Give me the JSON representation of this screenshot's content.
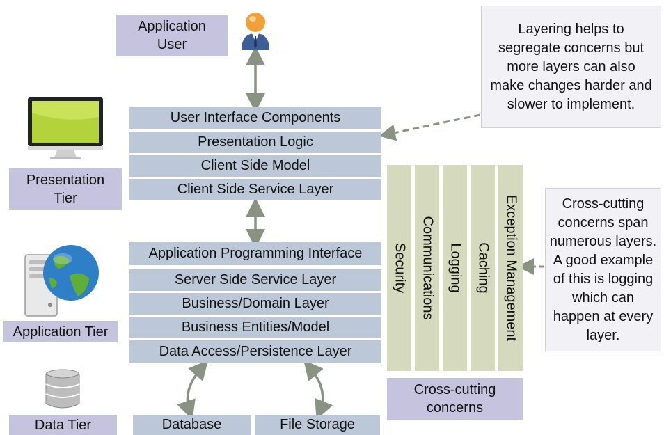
{
  "tiers": {
    "application_user": "Application User",
    "presentation": "Presentation Tier",
    "application": "Application Tier",
    "data": "Data Tier"
  },
  "client_layers": [
    "User Interface Components",
    "Presentation Logic",
    "Client Side Model",
    "Client Side Service Layer"
  ],
  "server_layers": [
    "Application Programming Interface",
    "Server Side Service Layer",
    "Business/Domain Layer",
    "Business Entities/Model",
    "Data Access/Persistence Layer"
  ],
  "storage": [
    "Database",
    "File Storage"
  ],
  "cross_cutting": {
    "columns": [
      "Security",
      "Communications",
      "Logging",
      "Caching",
      "Exception Management"
    ],
    "label": "Cross-cutting concerns"
  },
  "notes": {
    "layering": "Layering helps to segregate concerns but more layers can also make changes harder and slower to implement.",
    "cross_cutting": "Cross-cutting concerns span numerous layers. A good example of this is logging which can happen at every layer."
  },
  "colors": {
    "tier_box": "#c6c3de",
    "layer_box": "#bcc8d8",
    "cross_cutting_column": "#d5d9bd",
    "arrow": "#8a9284",
    "note_bg": "#f2f2f6"
  },
  "icons": [
    "user-icon",
    "monitor-icon",
    "server-globe-icon",
    "database-icon"
  ]
}
